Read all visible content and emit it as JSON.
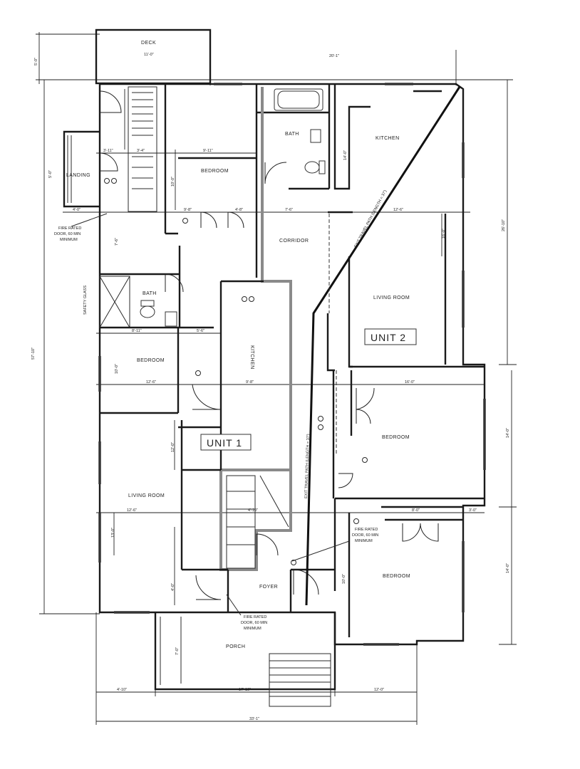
{
  "rooms": {
    "deck": "DECK",
    "landing": "LANDING",
    "bedroom_u1_top": "BEDROOM",
    "bath_top": "BATH",
    "kitchen_u2": "KITCHEN",
    "corridor": "CORRIDOR",
    "living_u2": "LIVING ROOM",
    "bath_u1": "BATH",
    "safety_glass": "SAFETY GLASS",
    "bedroom_u1_mid": "BEDROOM",
    "kitchen_u1": "KITCHEN",
    "bedroom_u2_mid": "BEDROOM",
    "living_u1": "LIVING ROOM",
    "foyer": "FOYER",
    "bedroom_u2_bottom": "BEDROOM",
    "porch": "PORCH"
  },
  "units": {
    "unit1": "UNIT 1",
    "unit2": "UNIT 2"
  },
  "notes": {
    "fire_door_left": [
      "FIRE RATED",
      "DOOR, 60 MIN",
      "MINIMUM"
    ],
    "fire_door_right": [
      "FIRE RATED",
      "DOOR, 60 MIN",
      "MINIMUM"
    ],
    "fire_door_bottom": [
      "FIRE RATED",
      "DOOR, 60 MIN",
      "MINIMUM"
    ],
    "exit_path_1": "EXIT TRAVEL PATH (LENGTH = 37')",
    "exit_path_2": "EXIT TRAVEL PATH (LENGTH = 37')"
  },
  "dimensions": {
    "deck_width": "11'-0\"",
    "deck_depth": "5'-0\"",
    "top_right": "20'-1\"",
    "overall_height": "57'-10\"",
    "right_upper": "26'-10\"",
    "right_mid": "14'-0\"",
    "right_lower": "14'-0\"",
    "landing_w": "3'-11\"",
    "landing_h": "5'-0\"",
    "landing_bottom": "4'-0\"",
    "stair_w": "3'-4\"",
    "bed1_w": "9'-11\"",
    "bed1_h": "10'-0\"",
    "bed1_door": "9'-8\"",
    "bed1_closet": "4'-8\"",
    "bath_w": "7'-6\"",
    "kitchen2_h": "14'-0\"",
    "kitchen2_w": "12'-6\"",
    "living2_h": "16'-0\"",
    "hall_h": "7'-6\"",
    "bed_mid_w": "8'-11\"",
    "bed_mid_closet": "5'-6\"",
    "bed_mid_h": "12'-6\"",
    "bed_mid_lower": "10'-0\"",
    "kitchen1_w": "9'-8\"",
    "bed2_w": "16'-0\"",
    "living1_h1": "12'-0\"",
    "living1_w": "12'-6\"",
    "living1_h2": "13'-0\"",
    "stair1": "4'-10\"",
    "bed2b_w": "8'-0\"",
    "bed2b_closet": "3'-0\"",
    "foyer_h": "4'-0\"",
    "bed3_h": "10'-0\"",
    "porch_h": "7'-0\"",
    "bottom_a": "4'-10\"",
    "bottom_b": "17'-10\"",
    "bottom_c": "12'-0\"",
    "overall_width": "33'-1\""
  }
}
